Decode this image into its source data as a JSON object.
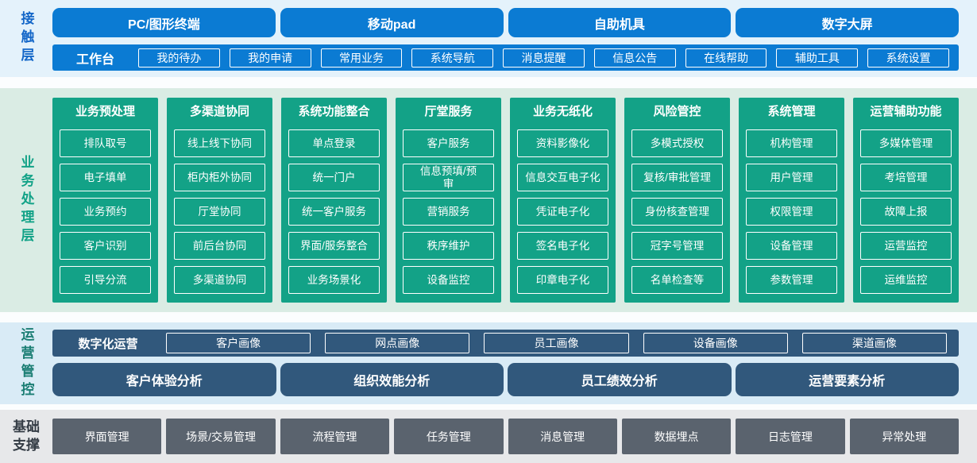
{
  "colors": {
    "blue": "#0b7bd3",
    "green": "#13a287",
    "navy": "#31587c",
    "gray": "#5a636e",
    "contact_band_bg": "#e4f2fb",
    "business_band_bg": "#daece4",
    "operations_band_bg": "#d9ebf6",
    "foundation_band_bg": "#e7e8ea"
  },
  "contact": {
    "label": "接触层",
    "terminals": [
      "PC/图形终端",
      "移动pad",
      "自助机具",
      "数字大屏"
    ],
    "workbench": {
      "label": "工作台",
      "items": [
        "我的待办",
        "我的申请",
        "常用业务",
        "系统导航",
        "消息提醒",
        "信息公告",
        "在线帮助",
        "辅助工具",
        "系统设置"
      ]
    }
  },
  "business": {
    "label": "业务处理层",
    "columns": [
      {
        "title": "业务预处理",
        "items": [
          "排队取号",
          "电子填单",
          "业务预约",
          "客户识别",
          "引导分流"
        ]
      },
      {
        "title": "多渠道协同",
        "items": [
          "线上线下协同",
          "柜内柜外协同",
          "厅堂协同",
          "前后台协同",
          "多渠道协同"
        ]
      },
      {
        "title": "系统功能整合",
        "items": [
          "单点登录",
          "统一门户",
          "统一客户服务",
          "界面/服务整合",
          "业务场景化"
        ]
      },
      {
        "title": "厅堂服务",
        "items": [
          "客户服务",
          "信息预填/预审",
          "营销服务",
          "秩序维护",
          "设备监控"
        ]
      },
      {
        "title": "业务无纸化",
        "items": [
          "资料影像化",
          "信息交互电子化",
          "凭证电子化",
          "签名电子化",
          "印章电子化"
        ]
      },
      {
        "title": "风险管控",
        "items": [
          "多模式授权",
          "复核/审批管理",
          "身份核查管理",
          "冠字号管理",
          "名单检查等"
        ]
      },
      {
        "title": "系统管理",
        "items": [
          "机构管理",
          "用户管理",
          "权限管理",
          "设备管理",
          "参数管理"
        ]
      },
      {
        "title": "运营辅助功能",
        "items": [
          "多媒体管理",
          "考培管理",
          "故障上报",
          "运营监控",
          "运维监控"
        ]
      }
    ]
  },
  "operations": {
    "label": "运营管控",
    "digital": {
      "label": "数字化运营",
      "items": [
        "客户画像",
        "网点画像",
        "员工画像",
        "设备画像",
        "渠道画像"
      ]
    },
    "analysis": [
      "客户体验分析",
      "组织效能分析",
      "员工绩效分析",
      "运营要素分析"
    ]
  },
  "foundation": {
    "label": "基础支撑",
    "items": [
      "界面管理",
      "场景/交易管理",
      "流程管理",
      "任务管理",
      "消息管理",
      "数据埋点",
      "日志管理",
      "异常处理"
    ]
  }
}
